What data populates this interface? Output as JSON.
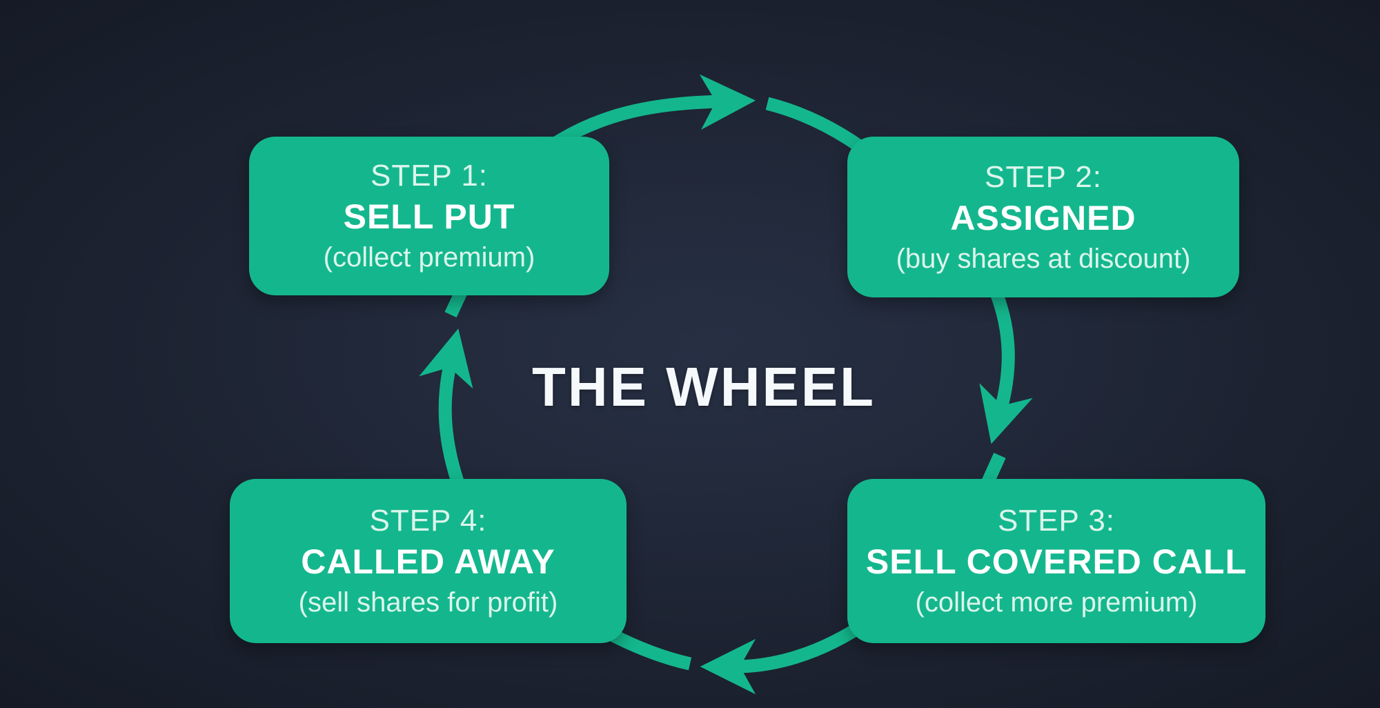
{
  "title": "THE WHEEL",
  "colors": {
    "background": "#1e2433",
    "accent": "#14b78d",
    "title_text": "#f6f9fb",
    "box_text": "#dcf5ec",
    "box_title_text": "#ffffff"
  },
  "steps": [
    {
      "label": "STEP 1:",
      "title": "SELL PUT",
      "subtitle": "(collect premium)",
      "position": "top-left"
    },
    {
      "label": "STEP 2:",
      "title": "ASSIGNED",
      "subtitle": "(buy shares at discount)",
      "position": "top-right"
    },
    {
      "label": "STEP 3:",
      "title": "SELL COVERED CALL",
      "subtitle": "(collect more premium)",
      "position": "bottom-right"
    },
    {
      "label": "STEP 4:",
      "title": "CALLED AWAY",
      "subtitle": "(sell shares for profit)",
      "position": "bottom-left"
    }
  ],
  "flow": [
    "step-1 to step-2 (clockwise, top arc)",
    "step-2 to step-3 (down, right arc)",
    "step-3 to step-4 (leftward, bottom arc)",
    "step-4 to step-1 (up, left arc)"
  ]
}
